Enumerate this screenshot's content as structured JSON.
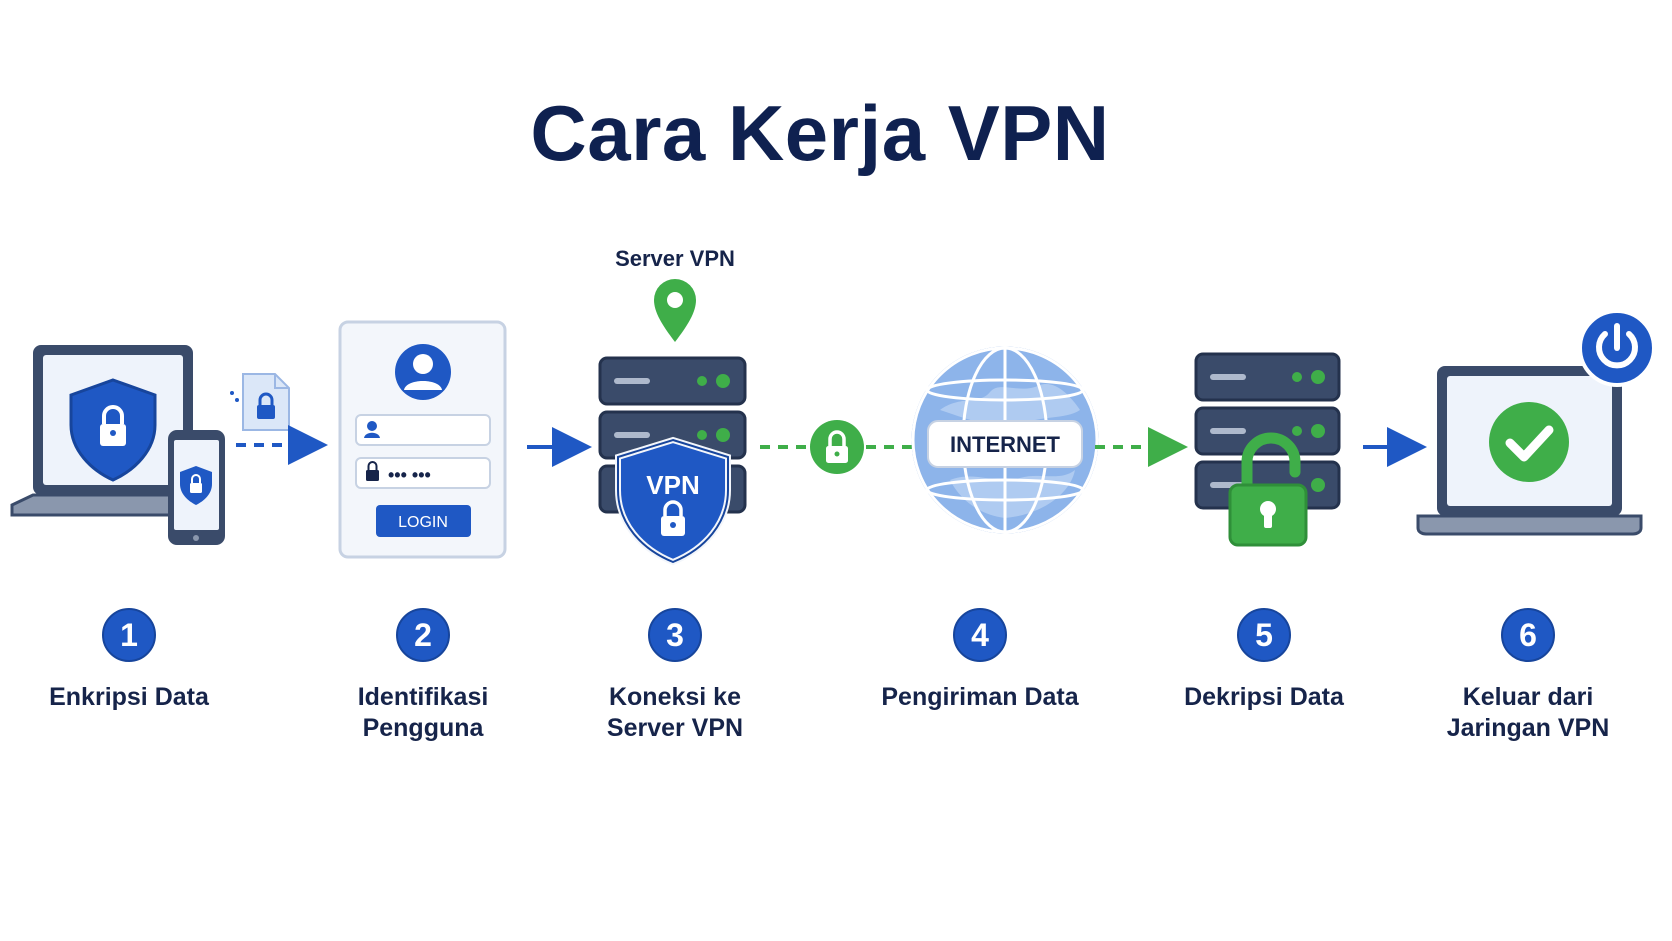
{
  "title": "Cara Kerja VPN",
  "server_label": "Server VPN",
  "login_button": "LOGIN",
  "password_mask": "••• •••",
  "vpn_shield_text": "VPN",
  "internet_label": "INTERNET",
  "colors": {
    "navy": "#0f2150",
    "blue": "#1f58c4",
    "green": "#3fae49",
    "server": "#3a4b6a",
    "globe": "#8db4ea"
  },
  "steps": [
    {
      "number": "1",
      "lines": [
        "Enkripsi Data"
      ]
    },
    {
      "number": "2",
      "lines": [
        "Identifikasi",
        "Pengguna"
      ]
    },
    {
      "number": "3",
      "lines": [
        "Koneksi ke",
        "Server VPN"
      ]
    },
    {
      "number": "4",
      "lines": [
        "Pengiriman Data"
      ]
    },
    {
      "number": "5",
      "lines": [
        "Dekripsi Data"
      ]
    },
    {
      "number": "6",
      "lines": [
        "Keluar dari",
        "Jaringan VPN"
      ]
    }
  ],
  "icons": [
    "laptop-icon",
    "phone-icon",
    "shield-lock-icon",
    "file-lock-icon",
    "user-icon",
    "lock-icon",
    "location-pin-icon",
    "server-icon",
    "globe-icon",
    "open-lock-icon",
    "check-icon",
    "power-icon"
  ]
}
